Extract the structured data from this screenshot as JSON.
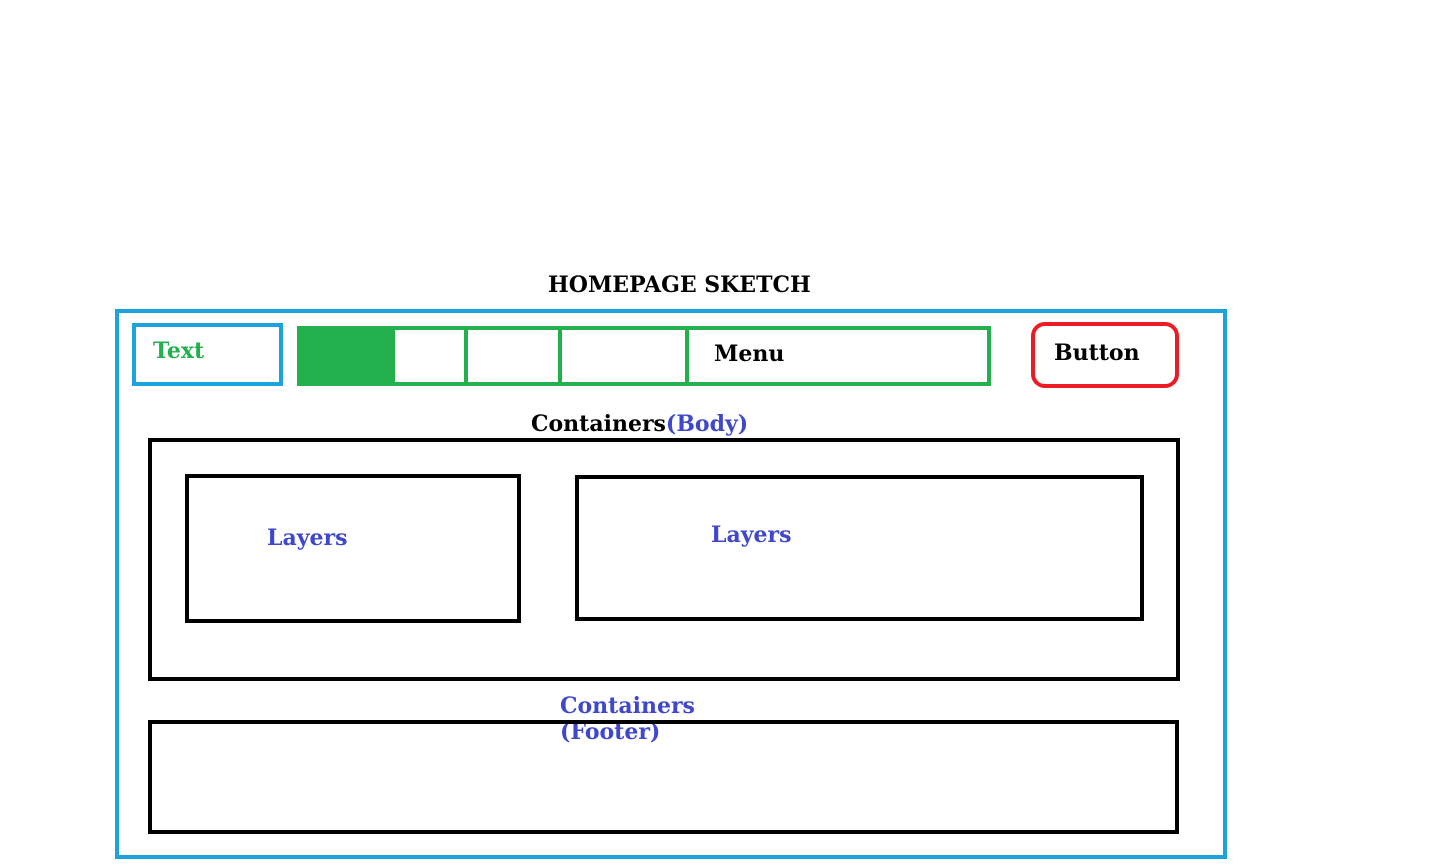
{
  "title": "HOMEPAGE SKETCH",
  "header": {
    "logo_text": "Text",
    "menu_label": "Menu",
    "button_label": "Button"
  },
  "body": {
    "label": "Containers",
    "label_note": "(Body)",
    "layers": [
      {
        "label": "Layers"
      },
      {
        "label": "Layers"
      }
    ]
  },
  "footer": {
    "label_line1": "Containers",
    "label_line2": "(Footer)"
  },
  "colors": {
    "frame": "#1aa3dc",
    "menu": "#22b14c",
    "button": "#ed1c24",
    "note_text": "#3f48cc",
    "outline": "#000000"
  }
}
